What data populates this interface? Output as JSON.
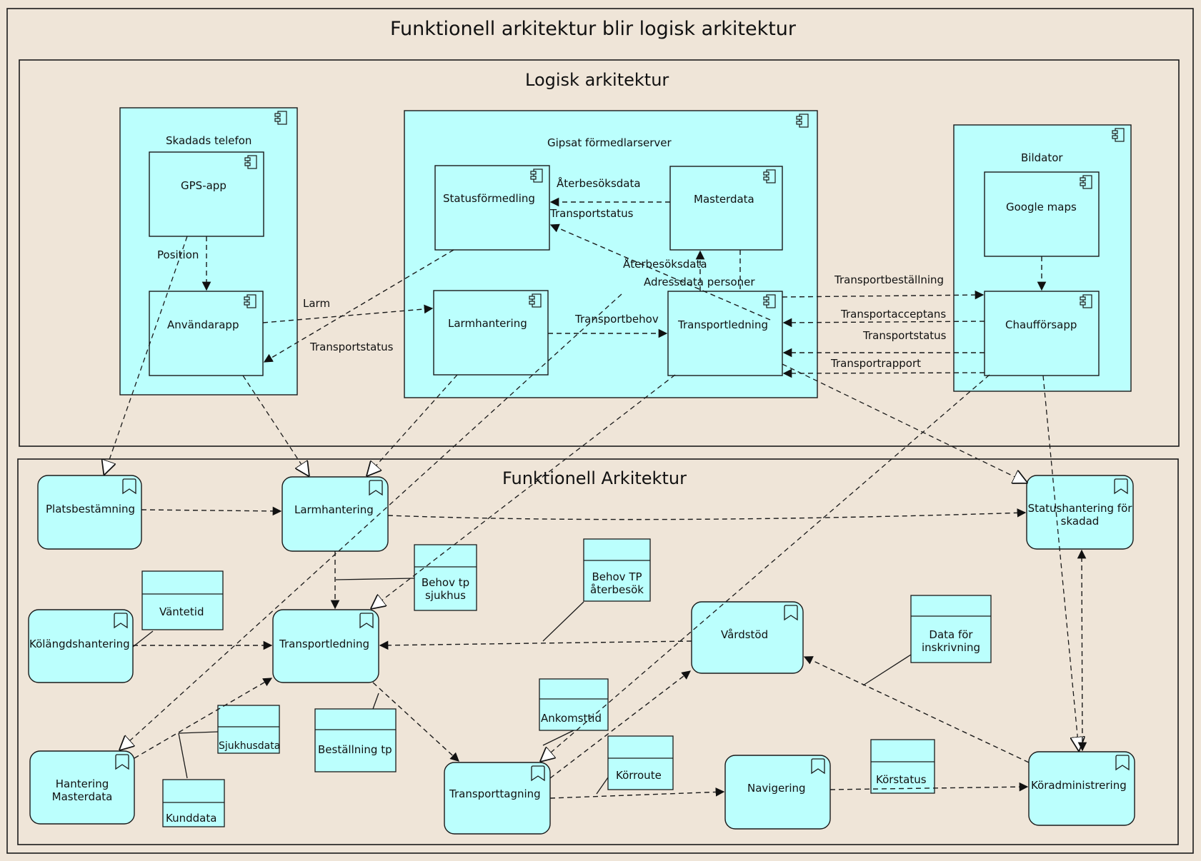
{
  "title": "Funktionell arkitektur blir logisk arkitektur",
  "logical": {
    "title": "Logisk arkitektur",
    "nodes": {
      "phone": "Skadads telefon",
      "server": "Gipsat förmedlarserver",
      "car": "Bildator"
    },
    "components": {
      "gps_app": "GPS-app",
      "user_app": "Användarapp",
      "status_mediation": "Statusförmedling",
      "masterdata": "Masterdata",
      "alarm_handling": "Larmhantering",
      "transport_lead": "Transportledning",
      "google_maps": "Google maps",
      "driver_app": "Chaufförsapp"
    },
    "flows": {
      "position": "Position",
      "alarm": "Larm",
      "transport_status_left": "Transportstatus",
      "revisit_data_1": "Återbesöksdata",
      "transport_status_mid": "Transportstatus",
      "revisit_data_2": "Återbesöksdata",
      "address_data": "Adressdata personer",
      "transport_need": "Transportbehov",
      "transport_order": "Transportbeställning",
      "transport_accept": "Transportacceptans",
      "transport_status_right": "Transportstatus",
      "transport_report": "Transportrapport"
    }
  },
  "functional": {
    "title": "Funktionell Arkitektur",
    "functions": {
      "positioning": "Platsbestämning",
      "alarm_handling": "Larmhantering",
      "status_injured": "Statushantering för skadad",
      "queue_handling": "Kölängdshantering",
      "transport_lead": "Transportledning",
      "care_support": "Vårdstöd",
      "masterdata": "Hantering Masterdata",
      "transport_take": "Transporttagning",
      "navigation": "Navigering",
      "drive_admin": "Köradministrering"
    },
    "data_objects": {
      "wait_time": "Väntetid",
      "need_hospital": "Behov tp sjukhus",
      "need_revisit": "Behov TP återbesök",
      "admission_data": "Data för inskrivning",
      "arrival_time": "Ankomsttid",
      "hospital_data": "Sjukhusdata",
      "order_tp": "Beställning tp",
      "customer_data": "Kunddata",
      "drive_route": "Körroute",
      "drive_status": "Körstatus"
    }
  },
  "colors": {
    "background": "#efe5d8",
    "box_fill": "#bbfffd",
    "stroke": "#1a1a1a"
  }
}
